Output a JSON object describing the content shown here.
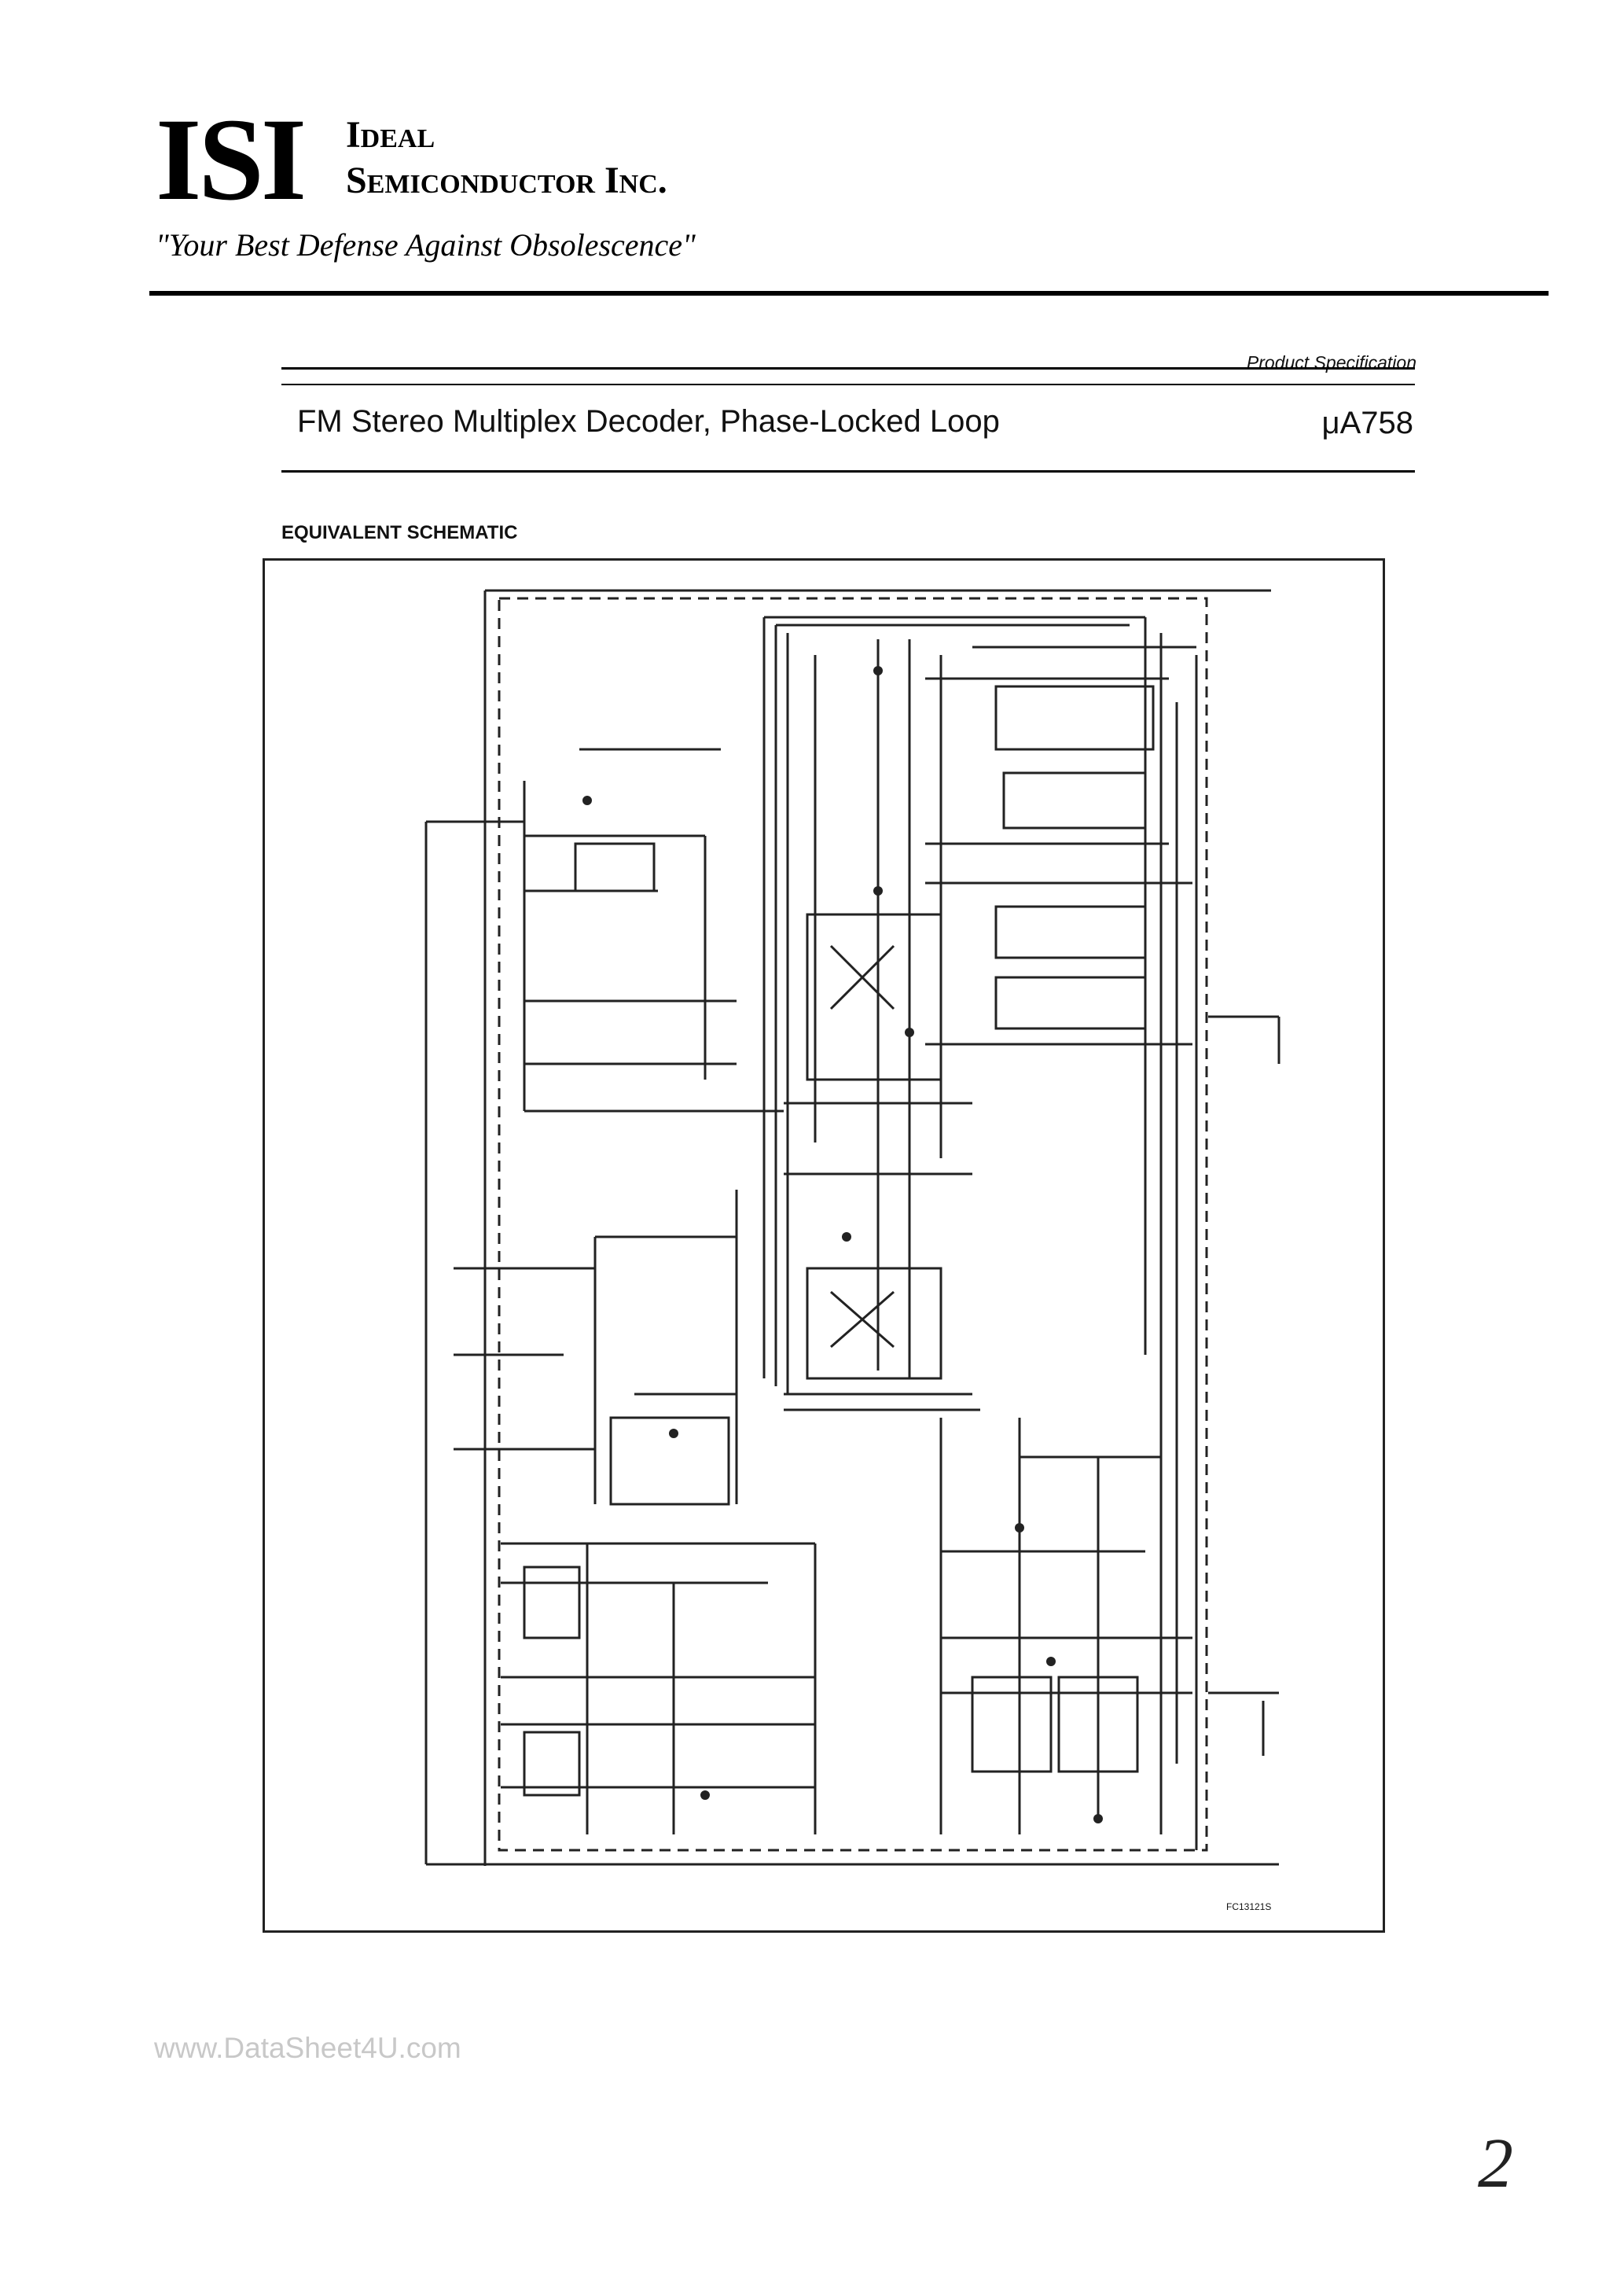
{
  "header": {
    "logo_text": "ISI",
    "company_line1": "Ideal",
    "company_line2": "Semiconductor Inc.",
    "tagline": "\"Your Best Defense Against Obsolescence\""
  },
  "spec_header": {
    "label": "Product Specification",
    "title": "FM Stereo Multiplex Decoder, Phase-Locked Loop",
    "part_number": "μA758"
  },
  "schematic": {
    "heading": "EQUIVALENT SCHEMATIC",
    "figure_code": "FC13121S"
  },
  "footer": {
    "watermark": "www.DataSheet4U.com",
    "page_mark": "2"
  }
}
